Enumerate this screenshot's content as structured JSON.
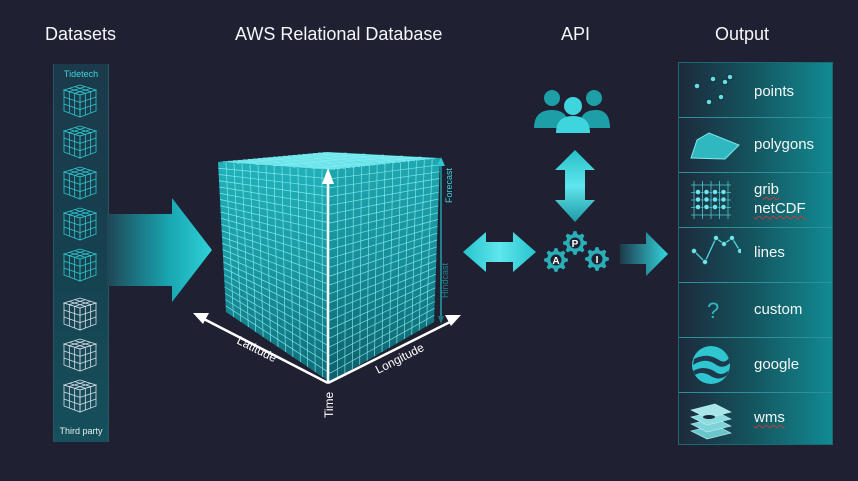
{
  "headers": {
    "datasets": "Datasets",
    "database": "AWS Relational Database",
    "api": "API",
    "output": "Output"
  },
  "datasets": {
    "top_label": "Tidetech",
    "bottom_label": "Third party",
    "tidetech_cube_count": 5,
    "third_party_cube_count": 3
  },
  "cube": {
    "axes": {
      "time": "Time",
      "latitude": "Latitude",
      "longitude": "Longitude"
    },
    "time_scale": {
      "forecast": "Forecast",
      "hindcast": "Hindcast"
    }
  },
  "api": {
    "users_icon": "users-group-icon",
    "gears": [
      "A",
      "P",
      "I"
    ]
  },
  "outputs": [
    {
      "label": "points",
      "icon": "points-icon",
      "spellcheck": false
    },
    {
      "label": "polygons",
      "icon": "polygon-icon",
      "spellcheck": false
    },
    {
      "label": "grib",
      "label2": "netCDF",
      "icon": "grid-icon",
      "spellcheck": true
    },
    {
      "label": "lines",
      "icon": "line-chart-icon",
      "spellcheck": false
    },
    {
      "label": "custom",
      "icon": "question-icon",
      "spellcheck": false
    },
    {
      "label": "google",
      "icon": "google-earth-icon",
      "spellcheck": false
    },
    {
      "label": "wms",
      "icon": "layers-icon",
      "spellcheck": true
    }
  ],
  "colors": {
    "background": "#1f2133",
    "accent": "#2fc6cf",
    "accent_light": "#5fe6ee"
  }
}
